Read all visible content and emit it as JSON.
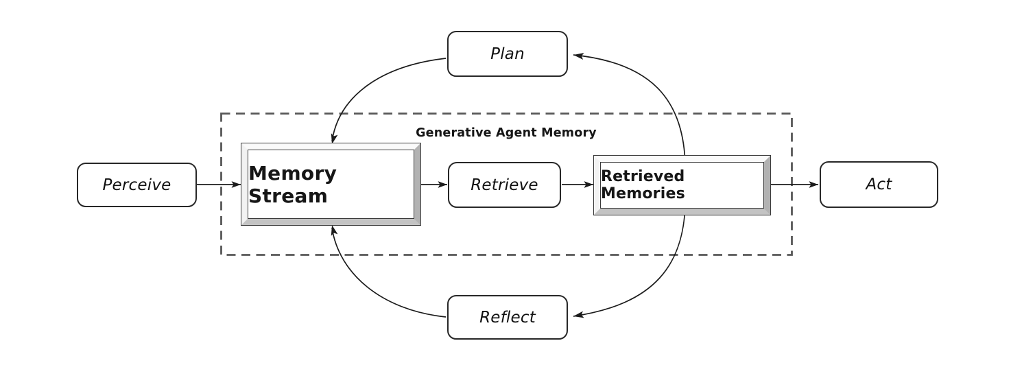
{
  "diagram": {
    "boundary_label": "Generative Agent Memory",
    "nodes": {
      "perceive": {
        "label": "Perceive",
        "shape": "rounded-italic"
      },
      "memory_stream": {
        "label": "Memory Stream",
        "shape": "framed-3d-bold"
      },
      "retrieve": {
        "label": "Retrieve",
        "shape": "rounded-italic"
      },
      "retrieved_memories": {
        "label": "Retrieved Memories",
        "shape": "framed-3d-bold"
      },
      "act": {
        "label": "Act",
        "shape": "rounded-italic"
      },
      "plan": {
        "label": "Plan",
        "shape": "rounded-italic"
      },
      "reflect": {
        "label": "Reflect",
        "shape": "rounded-italic"
      }
    },
    "edges": [
      {
        "from": "Perceive",
        "to": "Memory Stream",
        "style": "straight"
      },
      {
        "from": "Memory Stream",
        "to": "Retrieve",
        "style": "straight"
      },
      {
        "from": "Retrieve",
        "to": "Retrieved Memories",
        "style": "straight"
      },
      {
        "from": "Retrieved Memories",
        "to": "Act",
        "style": "straight"
      },
      {
        "from": "Retrieved Memories",
        "to": "Plan",
        "style": "curved"
      },
      {
        "from": "Plan",
        "to": "Memory Stream",
        "style": "curved"
      },
      {
        "from": "Retrieved Memories",
        "to": "Reflect",
        "style": "curved"
      },
      {
        "from": "Reflect",
        "to": "Memory Stream",
        "style": "curved"
      }
    ],
    "colors": {
      "background": "#ffffff",
      "line": "#1b1b1b",
      "node_border": "#272727",
      "node_fill": "#ffffff",
      "dashed_boundary": "#575757",
      "bevel_light": "#fafafa",
      "bevel_dark": "#b2b2b2",
      "text": "#111111"
    }
  }
}
